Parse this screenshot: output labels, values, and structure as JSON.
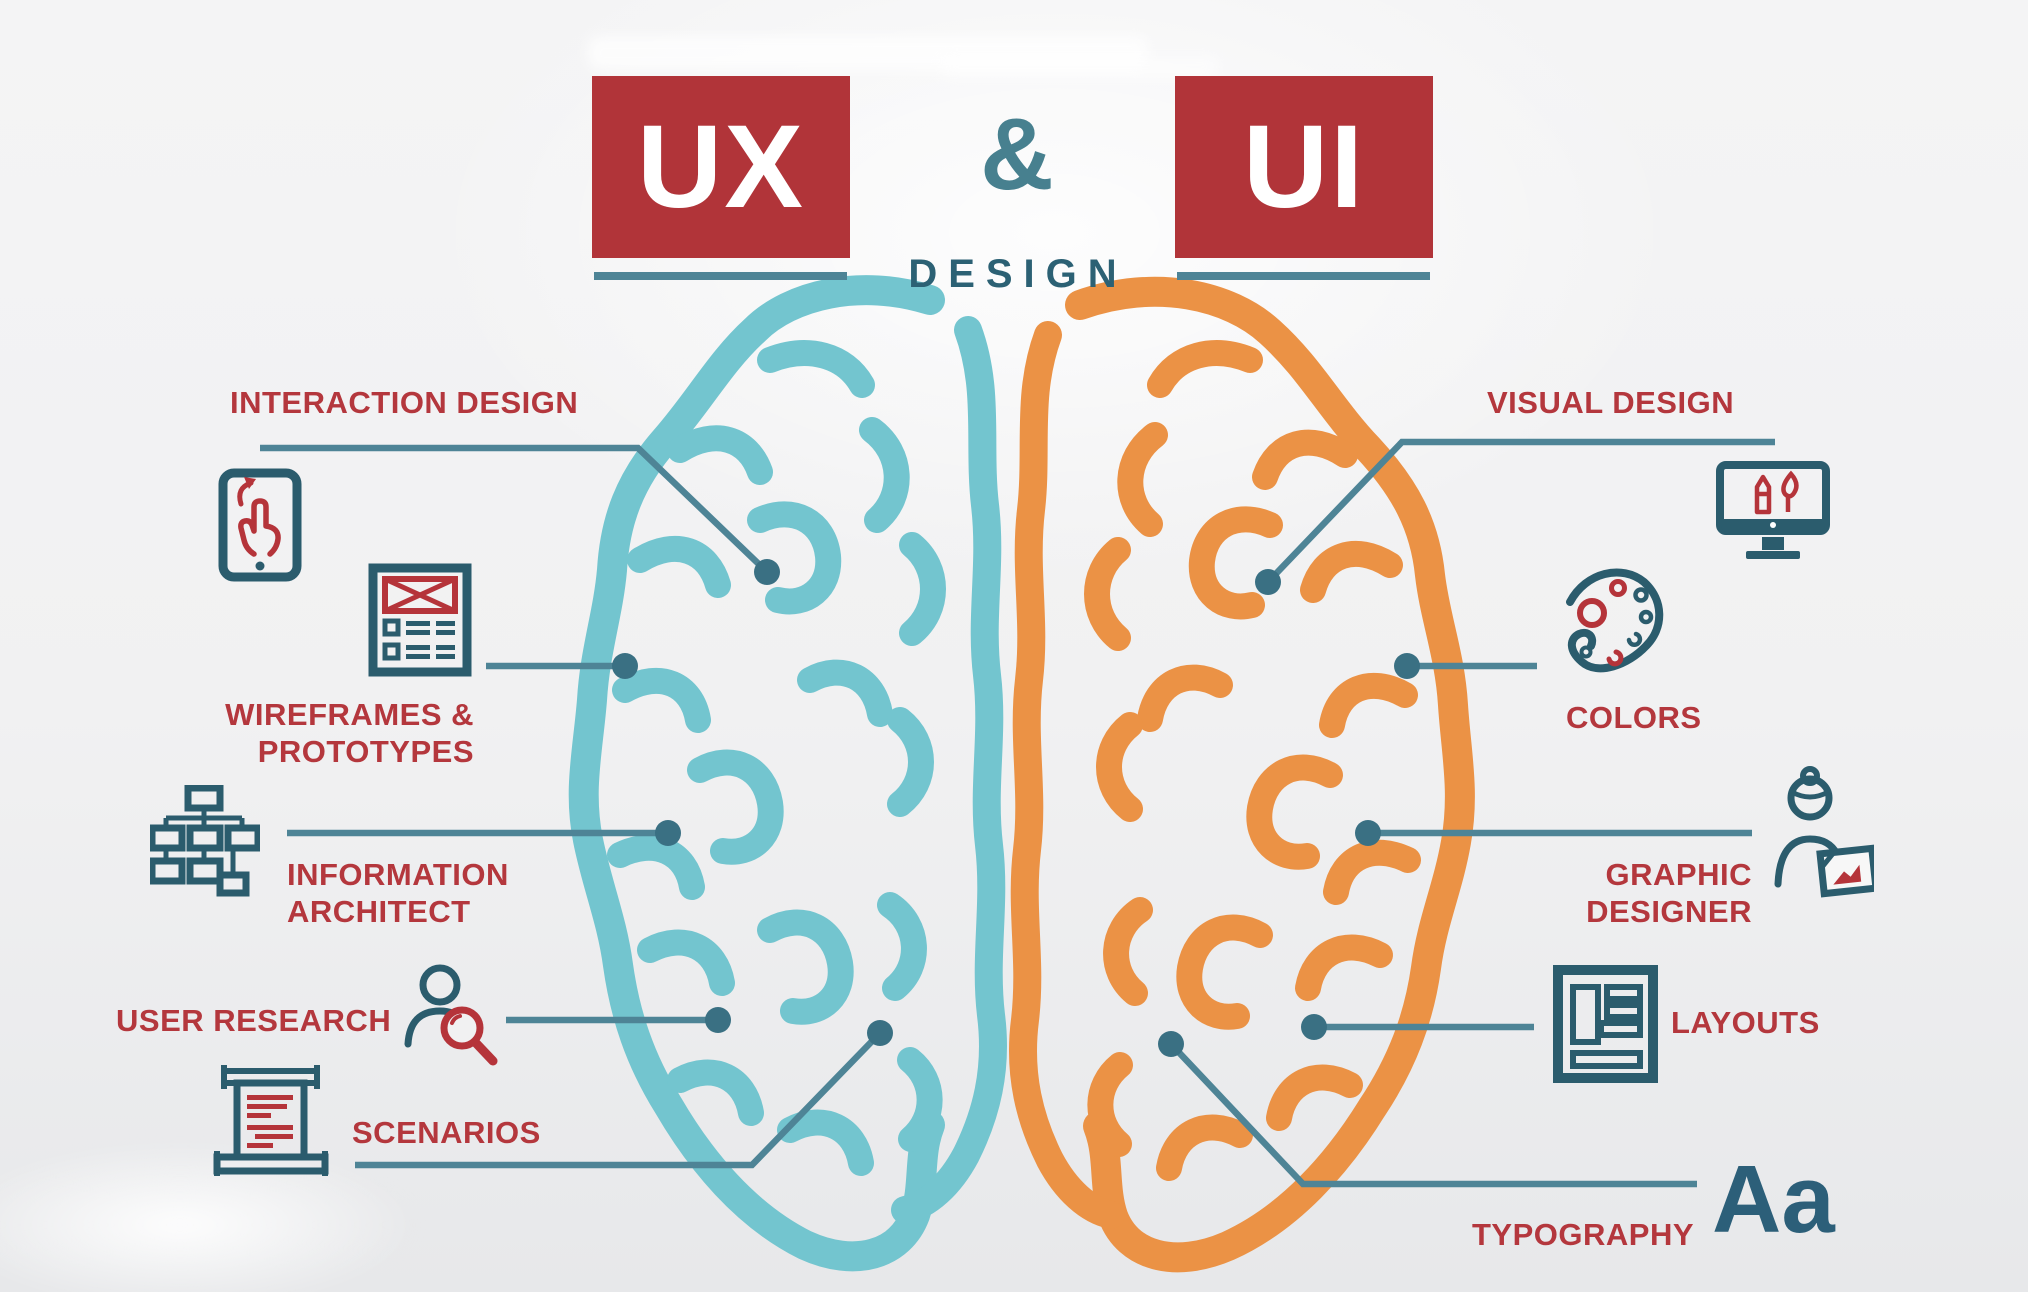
{
  "title": "UX & UI DESIGN brain infographic",
  "colors": {
    "background": "#f1f1f2",
    "accent_red": "#b13439",
    "label_red": "#b4373d",
    "icon_teal_dark": "#2b5c6d",
    "connector_teal": "#4e8496",
    "connector_dot": "#3a7083",
    "brain_left_teal": "#73c5cf",
    "brain_right_orange": "#eb9245"
  },
  "header": {
    "ux": "UX",
    "ampersand": "&",
    "ui": "UI",
    "subtitle": "DESIGN"
  },
  "ux_side": {
    "name": "UX (left brain hemisphere)",
    "items": [
      {
        "label": "INTERACTION DESIGN",
        "icon": "tablet-gesture-icon"
      },
      {
        "label": "WIREFRAMES &\nPROTOTYPES",
        "icon": "wireframe-document-icon"
      },
      {
        "label": "INFORMATION\nARCHITECT",
        "icon": "sitemap-icon"
      },
      {
        "label": "USER RESEARCH",
        "icon": "person-magnifier-icon"
      },
      {
        "label": "SCENARIOS",
        "icon": "scroll-document-icon"
      }
    ]
  },
  "ui_side": {
    "name": "UI (right brain hemisphere)",
    "items": [
      {
        "label": "VISUAL DESIGN",
        "icon": "monitor-design-tools-icon"
      },
      {
        "label": "COLORS",
        "icon": "paint-palette-icon"
      },
      {
        "label": "GRAPHIC\nDESIGNER",
        "icon": "designer-person-icon"
      },
      {
        "label": "LAYOUTS",
        "icon": "layout-grid-icon"
      },
      {
        "label": "TYPOGRAPHY",
        "icon": "typography-letters",
        "sample": "Aa"
      }
    ]
  }
}
